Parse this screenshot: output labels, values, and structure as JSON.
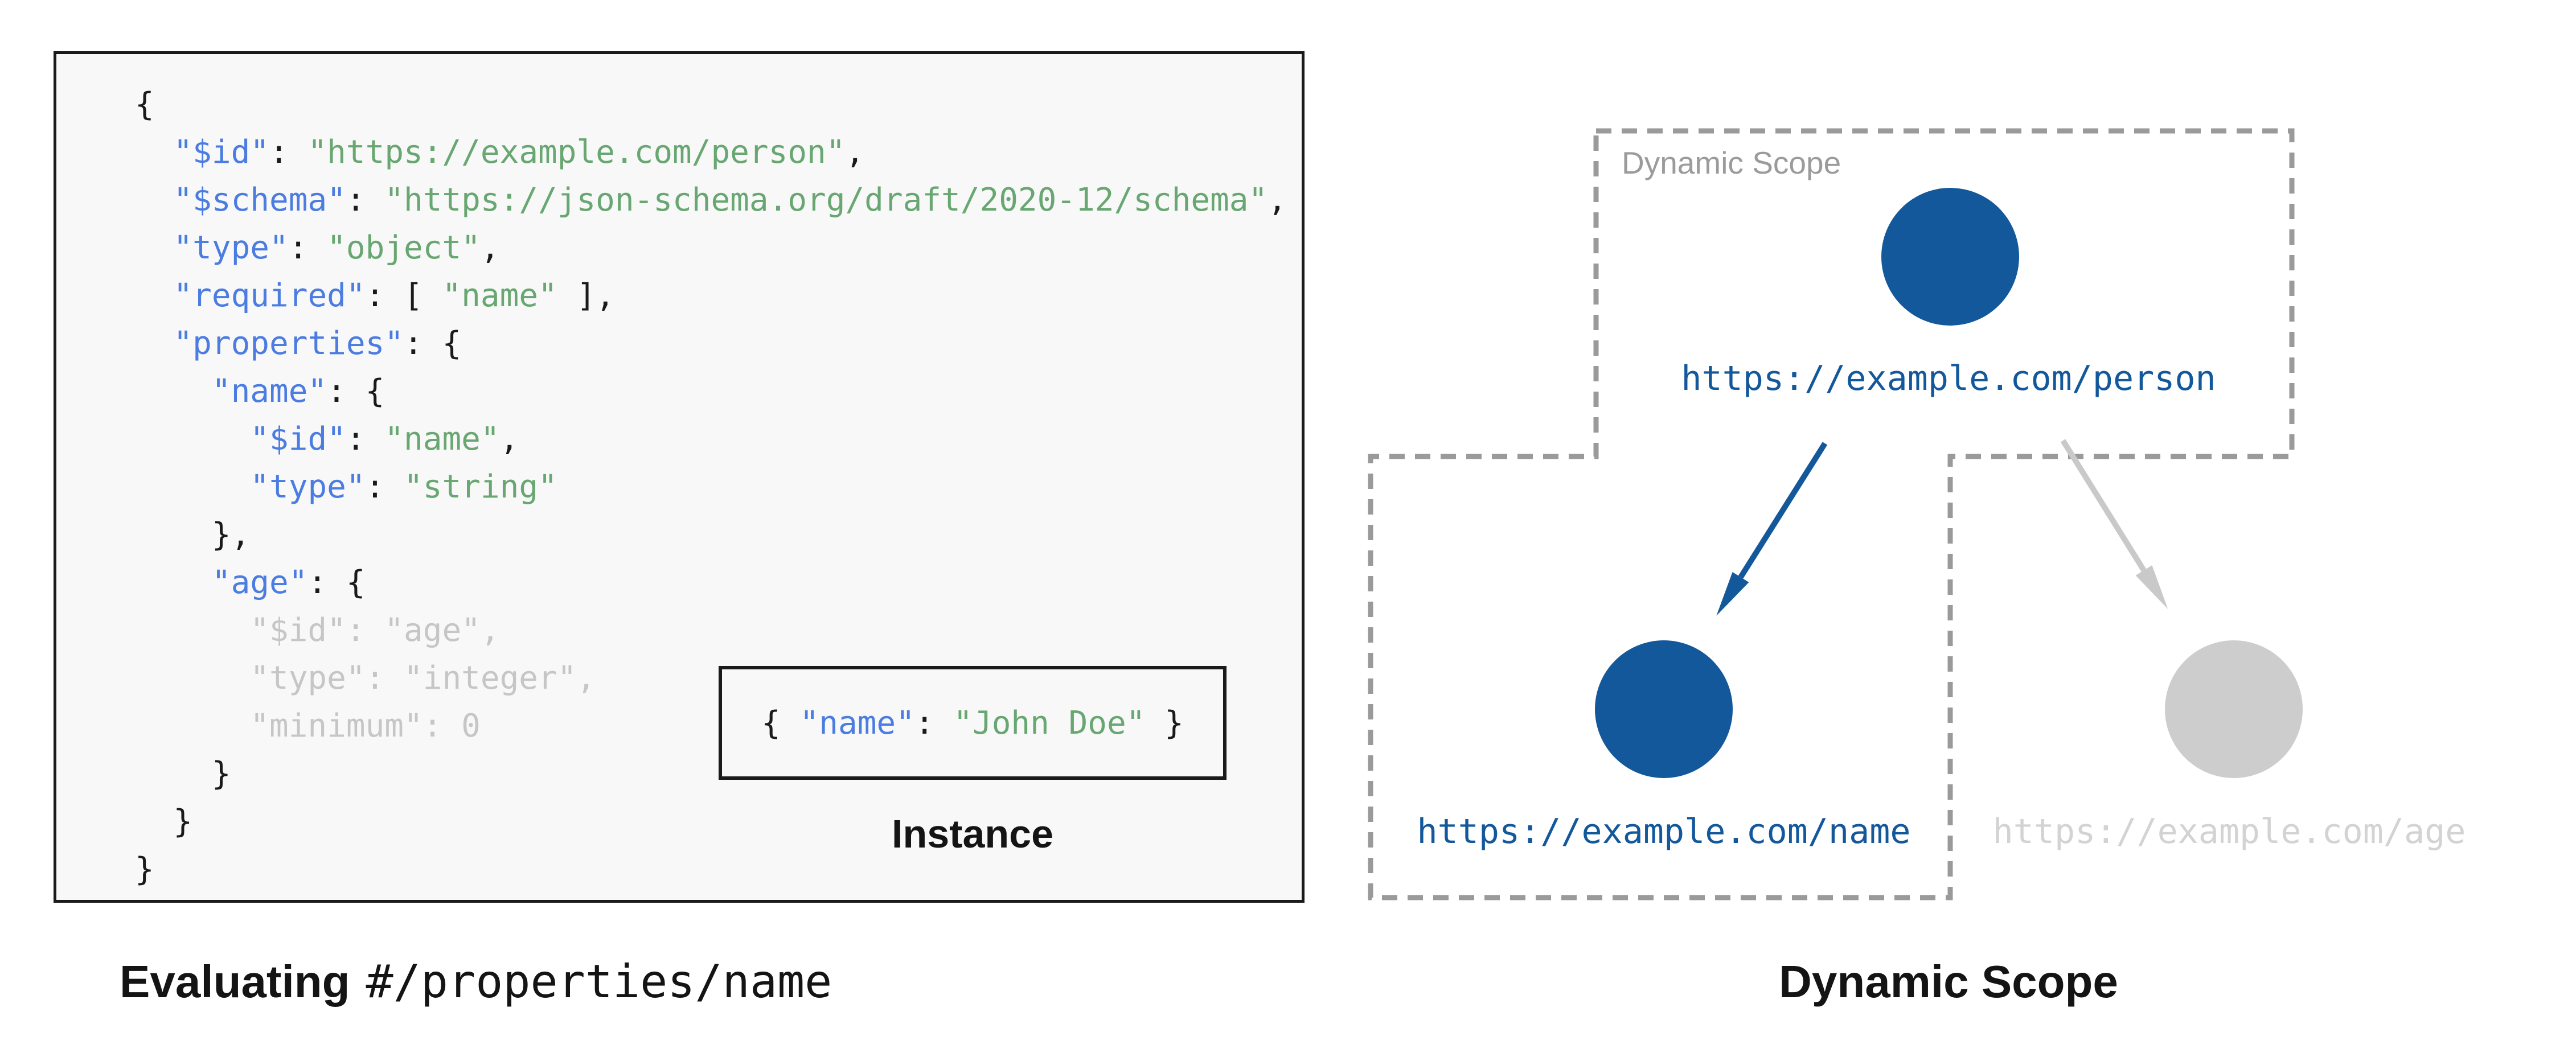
{
  "colors": {
    "ink": "#1a1a1a",
    "codeBg": "#f8f8f8",
    "keyBlue": "#4b7ce1",
    "stringGreen": "#68a771",
    "muted": "#c6c6c6",
    "darkBlue": "#14589c",
    "nodeGray": "#cdcdcd",
    "arrowGray": "#c9c9c9",
    "dashGray": "#9a9a9a",
    "scopeLabelGray": "#9b9b9b",
    "ageLabelGray": "#d3d3d3"
  },
  "schema_panel": {
    "code_lines": [
      [
        {
          "t": "{",
          "c": "p"
        }
      ],
      [
        {
          "t": "  ",
          "c": "p"
        },
        {
          "t": "\"$id\"",
          "c": "k"
        },
        {
          "t": ": ",
          "c": "p"
        },
        {
          "t": "\"https://example.com/person\"",
          "c": "s"
        },
        {
          "t": ",",
          "c": "p"
        }
      ],
      [
        {
          "t": "  ",
          "c": "p"
        },
        {
          "t": "\"$schema\"",
          "c": "k"
        },
        {
          "t": ": ",
          "c": "p"
        },
        {
          "t": "\"https://json-schema.org/draft/2020-12/schema\"",
          "c": "s"
        },
        {
          "t": ",",
          "c": "p"
        }
      ],
      [
        {
          "t": "  ",
          "c": "p"
        },
        {
          "t": "\"type\"",
          "c": "k"
        },
        {
          "t": ": ",
          "c": "p"
        },
        {
          "t": "\"object\"",
          "c": "s"
        },
        {
          "t": ",",
          "c": "p"
        }
      ],
      [
        {
          "t": "  ",
          "c": "p"
        },
        {
          "t": "\"required\"",
          "c": "k"
        },
        {
          "t": ": [ ",
          "c": "p"
        },
        {
          "t": "\"name\"",
          "c": "s"
        },
        {
          "t": " ],",
          "c": "p"
        }
      ],
      [
        {
          "t": "  ",
          "c": "p"
        },
        {
          "t": "\"properties\"",
          "c": "k"
        },
        {
          "t": ": {",
          "c": "p"
        }
      ],
      [
        {
          "t": "    ",
          "c": "p"
        },
        {
          "t": "\"name\"",
          "c": "k"
        },
        {
          "t": ": {",
          "c": "p"
        }
      ],
      [
        {
          "t": "      ",
          "c": "p"
        },
        {
          "t": "\"$id\"",
          "c": "k"
        },
        {
          "t": ": ",
          "c": "p"
        },
        {
          "t": "\"name\"",
          "c": "s"
        },
        {
          "t": ",",
          "c": "p"
        }
      ],
      [
        {
          "t": "      ",
          "c": "p"
        },
        {
          "t": "\"type\"",
          "c": "k"
        },
        {
          "t": ": ",
          "c": "p"
        },
        {
          "t": "\"string\"",
          "c": "s"
        }
      ],
      [
        {
          "t": "    },",
          "c": "p"
        }
      ],
      [
        {
          "t": "    ",
          "c": "p"
        },
        {
          "t": "\"age\"",
          "c": "k"
        },
        {
          "t": ": {",
          "c": "p"
        }
      ],
      [
        {
          "t": "      \"$id\": \"age\",",
          "c": "m"
        }
      ],
      [
        {
          "t": "      \"type\": \"integer\",",
          "c": "m"
        }
      ],
      [
        {
          "t": "      \"minimum\": 0",
          "c": "m"
        }
      ],
      [
        {
          "t": "    }",
          "c": "p"
        }
      ],
      [
        {
          "t": "  }",
          "c": "p"
        }
      ],
      [
        {
          "t": "}",
          "c": "p"
        }
      ]
    ],
    "instance": {
      "tokens": [
        {
          "t": "{ ",
          "c": "p"
        },
        {
          "t": "\"name\"",
          "c": "k"
        },
        {
          "t": ": ",
          "c": "p"
        },
        {
          "t": "\"John Doe\"",
          "c": "s"
        },
        {
          "t": " }",
          "c": "p"
        }
      ],
      "label": "Instance"
    },
    "caption_bold": "Evaluating",
    "caption_mono": "#/properties/name"
  },
  "diagram": {
    "scope_box_label": "Dynamic Scope",
    "caption": "Dynamic Scope",
    "nodes": [
      {
        "id": "person",
        "label": "https://example.com/person",
        "state": "in-scope"
      },
      {
        "id": "name",
        "label": "https://example.com/name",
        "state": "in-scope"
      },
      {
        "id": "age",
        "label": "https://example.com/age",
        "state": "out-of-scope"
      }
    ]
  }
}
